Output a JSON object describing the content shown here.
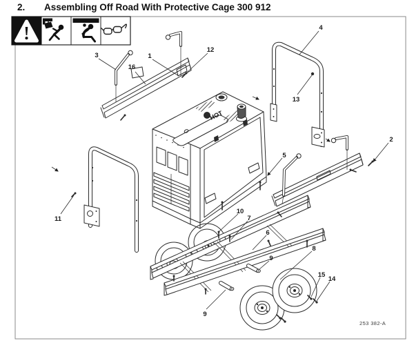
{
  "page": {
    "section_number": "2.",
    "title": "Assembling Off Road With Protective Cage 300 912",
    "figure_number": "253 382-A"
  },
  "warning_icons": [
    {
      "name": "warning-alert-icon"
    },
    {
      "name": "falling-load-hazard-icon"
    },
    {
      "name": "crushing-hazard-icon"
    },
    {
      "name": "safety-glasses-icon"
    }
  ],
  "machine": {
    "decal": "HOT"
  },
  "callouts": [
    "1",
    "2",
    "3",
    "4",
    "5",
    "6",
    "7",
    "8",
    "9",
    "9",
    "10",
    "11",
    "12",
    "13",
    "14",
    "15",
    "16"
  ]
}
